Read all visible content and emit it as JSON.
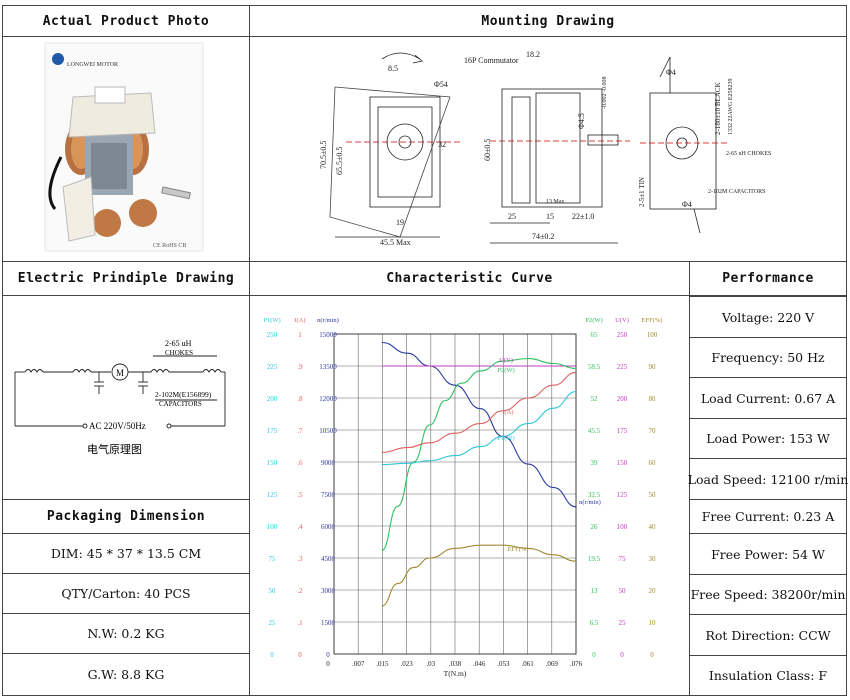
{
  "headers": {
    "photo": "Actual Product Photo",
    "mounting": "Mounting Drawing",
    "electric": "Electric Prindiple Drawing",
    "curve": "Characteristic Curve",
    "performance": "Performance",
    "packaging": "Packaging Dimension"
  },
  "photo": {
    "brand": "LONGWEI MOTOR",
    "certs": "CE RoHS CB"
  },
  "mounting": {
    "commutator": "16P Commutator",
    "dims": {
      "d1": "8.5",
      "d2": "Φ54",
      "d3": "32",
      "d4": "19",
      "d5": "45.5 Max",
      "d6": "70.5±0.5",
      "d7": "65.5±0.5",
      "d8": "18.2",
      "d9": "60±0.5",
      "d10": "Φ4.5",
      "d11": "-0.002 -0.008",
      "d12": "25",
      "d13": "15",
      "d14": "22±1.0",
      "d15": "13 Max",
      "d16": "74±0.2",
      "d17": "Φ4",
      "d18": "2-180±10 BLACK",
      "d19": "1332 22AWG E258239",
      "d20": "2-65 uH CHOKES",
      "d21": "2-102M CAPACITORS",
      "d22": "2-5±1 TIN",
      "d23": "Φ4"
    }
  },
  "electric": {
    "chokes_value": "2-65 uH",
    "chokes_label": "CHOKES",
    "caps_value": "2-102M(E156899)",
    "caps_label": "CAPACITORS",
    "motor": "M",
    "ac": "AC 220V/50Hz",
    "caption": "电气原理图"
  },
  "packaging": {
    "dim": "DIM:  45 * 37  * 13.5 CM",
    "qty": "QTY/Carton:  40 PCS",
    "nw": "N.W:  0.2  KG",
    "gw": "G.W:  8.8  KG"
  },
  "performance": [
    "Voltage:  220 V",
    "Frequency:  50 Hz",
    "Load Current: 0.67 A",
    "Load Power: 153  W",
    "Load Speed: 12100 r/min",
    "Free Current: 0.23  A",
    "Free Power: 54  W",
    "Free Speed:  38200r/min",
    "Rot Direction: CCW",
    "Insulation Class:  F"
  ],
  "colors": {
    "p1": "#2ec8d8",
    "i": "#e06060",
    "n": "#2a3aa0",
    "p2": "#30c060",
    "u": "#c03cc0",
    "eff": "#a08a30",
    "grid": "#666666"
  },
  "chart_data": {
    "type": "line",
    "xlabel": "T(N.m)",
    "x_ticks": [
      "0",
      ".007",
      ".015",
      ".023",
      ".03",
      ".038",
      ".046",
      ".053",
      ".061",
      ".069",
      ".076"
    ],
    "left_axes": [
      {
        "label": "P1(W)",
        "color": "#2ec8d8",
        "ticks": [
          "250",
          "225",
          "200",
          "175",
          "150",
          "125",
          "100",
          "75",
          "50",
          "25",
          "0"
        ]
      },
      {
        "label": "I(A)",
        "color": "#e06060",
        "ticks": [
          "1",
          ".9",
          ".8",
          ".7",
          ".6",
          ".5",
          ".4",
          ".3",
          ".2",
          ".1",
          "0"
        ]
      },
      {
        "label": "n(r/min)",
        "color": "#2a3aa0",
        "ticks": [
          "15000",
          "13500",
          "12000",
          "10500",
          "9000",
          "7500",
          "6000",
          "4500",
          "3000",
          "1500",
          "0"
        ]
      }
    ],
    "right_axes": [
      {
        "label": "P2(W)",
        "color": "#30c060",
        "ticks": [
          "65",
          "58.5",
          "52",
          "45.5",
          "39",
          "32.5",
          "26",
          "19.5",
          "13",
          "6.5",
          "0"
        ]
      },
      {
        "label": "U(V)",
        "color": "#c03cc0",
        "ticks": [
          "250",
          "225",
          "200",
          "175",
          "150",
          "125",
          "100",
          "75",
          "50",
          "25",
          "0"
        ]
      },
      {
        "label": "EFF(%)",
        "color": "#a08a30",
        "ticks": [
          "100",
          "90",
          "80",
          "70",
          "60",
          "50",
          "40",
          "30",
          "20",
          "10",
          "0"
        ]
      }
    ],
    "series": [
      {
        "name": "n(r/min)",
        "label": "n(r/min)",
        "color": "#2a3aa0",
        "axis": "n",
        "x": [
          0.015,
          0.023,
          0.03,
          0.038,
          0.046,
          0.053,
          0.061,
          0.069,
          0.076
        ],
        "y": [
          14600,
          14100,
          13500,
          12600,
          11500,
          10200,
          8900,
          7800,
          6900
        ]
      },
      {
        "name": "U(V)",
        "label": "U(V)",
        "color": "#c03cc0",
        "axis": "u",
        "x": [
          0.015,
          0.076
        ],
        "y": [
          225,
          225
        ]
      },
      {
        "name": "P2(W)",
        "label": "P2(W)",
        "color": "#30c060",
        "axis": "p2",
        "x": [
          0.015,
          0.02,
          0.025,
          0.03,
          0.035,
          0.04,
          0.046,
          0.053,
          0.061,
          0.069,
          0.076
        ],
        "y": [
          21,
          30,
          39,
          46.5,
          51.5,
          55,
          57.5,
          59.5,
          60,
          59,
          58
        ]
      },
      {
        "name": "I(A)",
        "label": "I(A)",
        "color": "#e06060",
        "axis": "i",
        "x": [
          0.015,
          0.023,
          0.03,
          0.038,
          0.046,
          0.053,
          0.061,
          0.069,
          0.076
        ],
        "y": [
          0.63,
          0.645,
          0.66,
          0.69,
          0.72,
          0.76,
          0.8,
          0.84,
          0.88
        ]
      },
      {
        "name": "P1(W)",
        "label": "P1(W)",
        "color": "#2ec8d8",
        "axis": "p1",
        "x": [
          0.015,
          0.023,
          0.03,
          0.038,
          0.046,
          0.053,
          0.061,
          0.069,
          0.076
        ],
        "y": [
          148,
          149,
          151,
          155,
          162,
          170,
          180,
          192,
          205
        ]
      },
      {
        "name": "EFF(%)",
        "label": "EFF(%)",
        "color": "#a08a30",
        "axis": "eff",
        "x": [
          0.015,
          0.02,
          0.025,
          0.03,
          0.038,
          0.046,
          0.053,
          0.061,
          0.069,
          0.076
        ],
        "y": [
          15,
          22,
          27,
          30,
          33,
          34,
          34,
          33,
          31,
          29
        ]
      }
    ],
    "ranges": {
      "x": [
        0,
        0.076
      ],
      "p1": [
        0,
        250
      ],
      "i": [
        0,
        1
      ],
      "n": [
        0,
        15000
      ],
      "p2": [
        0,
        65
      ],
      "u": [
        0,
        250
      ],
      "eff": [
        0,
        100
      ]
    }
  }
}
